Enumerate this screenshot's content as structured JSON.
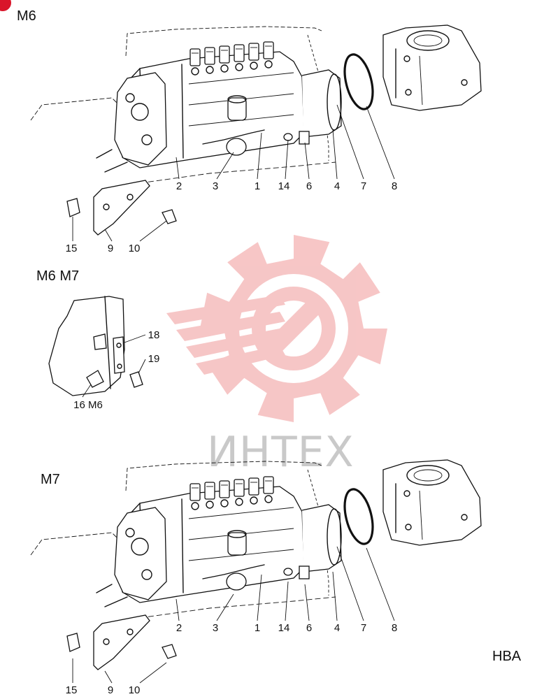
{
  "sections": {
    "m6": {
      "label": "M6",
      "callouts": [
        "2",
        "3",
        "1",
        "14",
        "6",
        "4",
        "7",
        "8",
        "15",
        "9",
        "10"
      ]
    },
    "m6m7": {
      "label": "M6 M7",
      "callouts": [
        "18",
        "19",
        "16 M6"
      ]
    },
    "m7": {
      "label": "M7",
      "callouts": [
        "2",
        "3",
        "1",
        "14",
        "6",
        "4",
        "7",
        "8",
        "15",
        "9",
        "10"
      ]
    }
  },
  "code": "HBA",
  "watermark": {
    "text": "ИНТЕХ",
    "color": "#f4b3b3"
  },
  "colors": {
    "badge": "#d9152a",
    "ink": "#111111"
  }
}
